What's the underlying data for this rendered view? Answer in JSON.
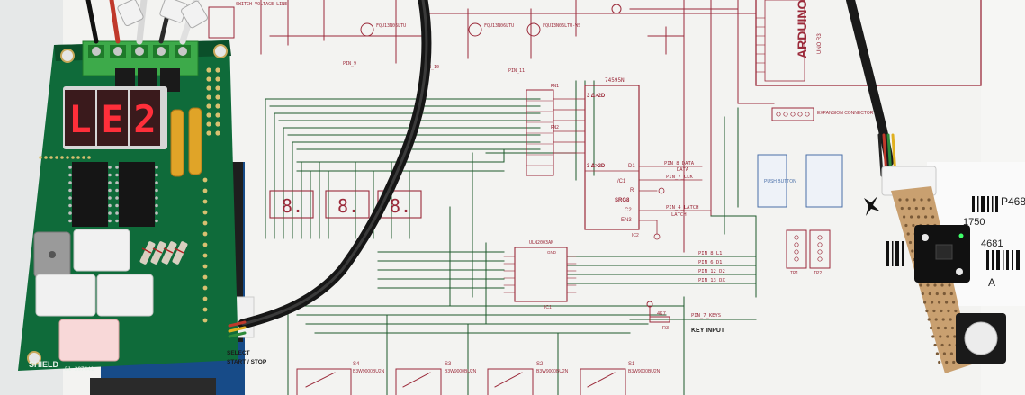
{
  "colors": {
    "paper": "#f3f3f1",
    "schematic_ink": "#9b2a3a",
    "wire_green": "#1d5a2c",
    "pcb_green": "#0f6b3a",
    "pcb_dark": "#0b4f2a",
    "led_red": "#ff2f3a",
    "arduino_blue": "#174b88",
    "cable": "#1a1a1a",
    "protoboard": "#c9a070"
  },
  "schematic": {
    "arduino_title": "ARDUINO",
    "arduino_model": "UNO R3",
    "shift_register_ref": "74595N",
    "shift_register_func": "SRG8",
    "shift_pin_d1": "D1",
    "shift_pin_c1": "/C1",
    "shift_pin_r": "R",
    "shift_pin_c2": "C2",
    "shift_pin_en3": "EN3",
    "shift_pin_3d": "3 Δ>2D",
    "ic2_label": "IC2",
    "ic1_label": "IC1",
    "ic1_ref": "ULN2003AN",
    "gnd_label": "GND",
    "net_data": "PIN_8_DATA",
    "net_data_short": "DATA",
    "net_clk": "PIN_7_CLK",
    "net_latch": "PIN_4_LATCH",
    "net_latch_short": "LATCH",
    "net_keys": "PIN_7_KEYS",
    "key_input": "KEY INPUT",
    "resistor_value": "4K7",
    "resistor_ref": "R3",
    "expansion": "EXPANSION CONNECTOR",
    "push_button": "PUSH BUTTON",
    "rn1": "RN1",
    "rn2": "RN2",
    "tp1": "TP1",
    "tp2": "TP2",
    "pin_labels": [
      "PIN_9",
      "PIN_10",
      "PIN_11",
      "PIN_8_L1",
      "PIN_6_D1",
      "PIN_12_D2",
      "PIN_13_DX"
    ],
    "switches": [
      {
        "ref": "S4",
        "part": "B3W9000BU2N"
      },
      {
        "ref": "S3",
        "part": "B3W9000BU2N"
      },
      {
        "ref": "S2",
        "part": "B3W9000BU2N"
      },
      {
        "ref": "S1",
        "part": "B3W9000BU2N"
      }
    ],
    "display_digits": [
      "8.",
      "8.",
      "8."
    ],
    "top_note": "SWITCH VOLTAGE LINE"
  },
  "board": {
    "display_text": [
      "L",
      "E",
      "2"
    ],
    "brand": "SHIELD",
    "serial": "E1 297441",
    "select_label": "SELECT",
    "start_stop_label": "START / STOP"
  },
  "background": {
    "barcode_digits": "P468",
    "barcode_num1": "1750",
    "barcode_num2": "4681",
    "barcode_letter": "A"
  }
}
